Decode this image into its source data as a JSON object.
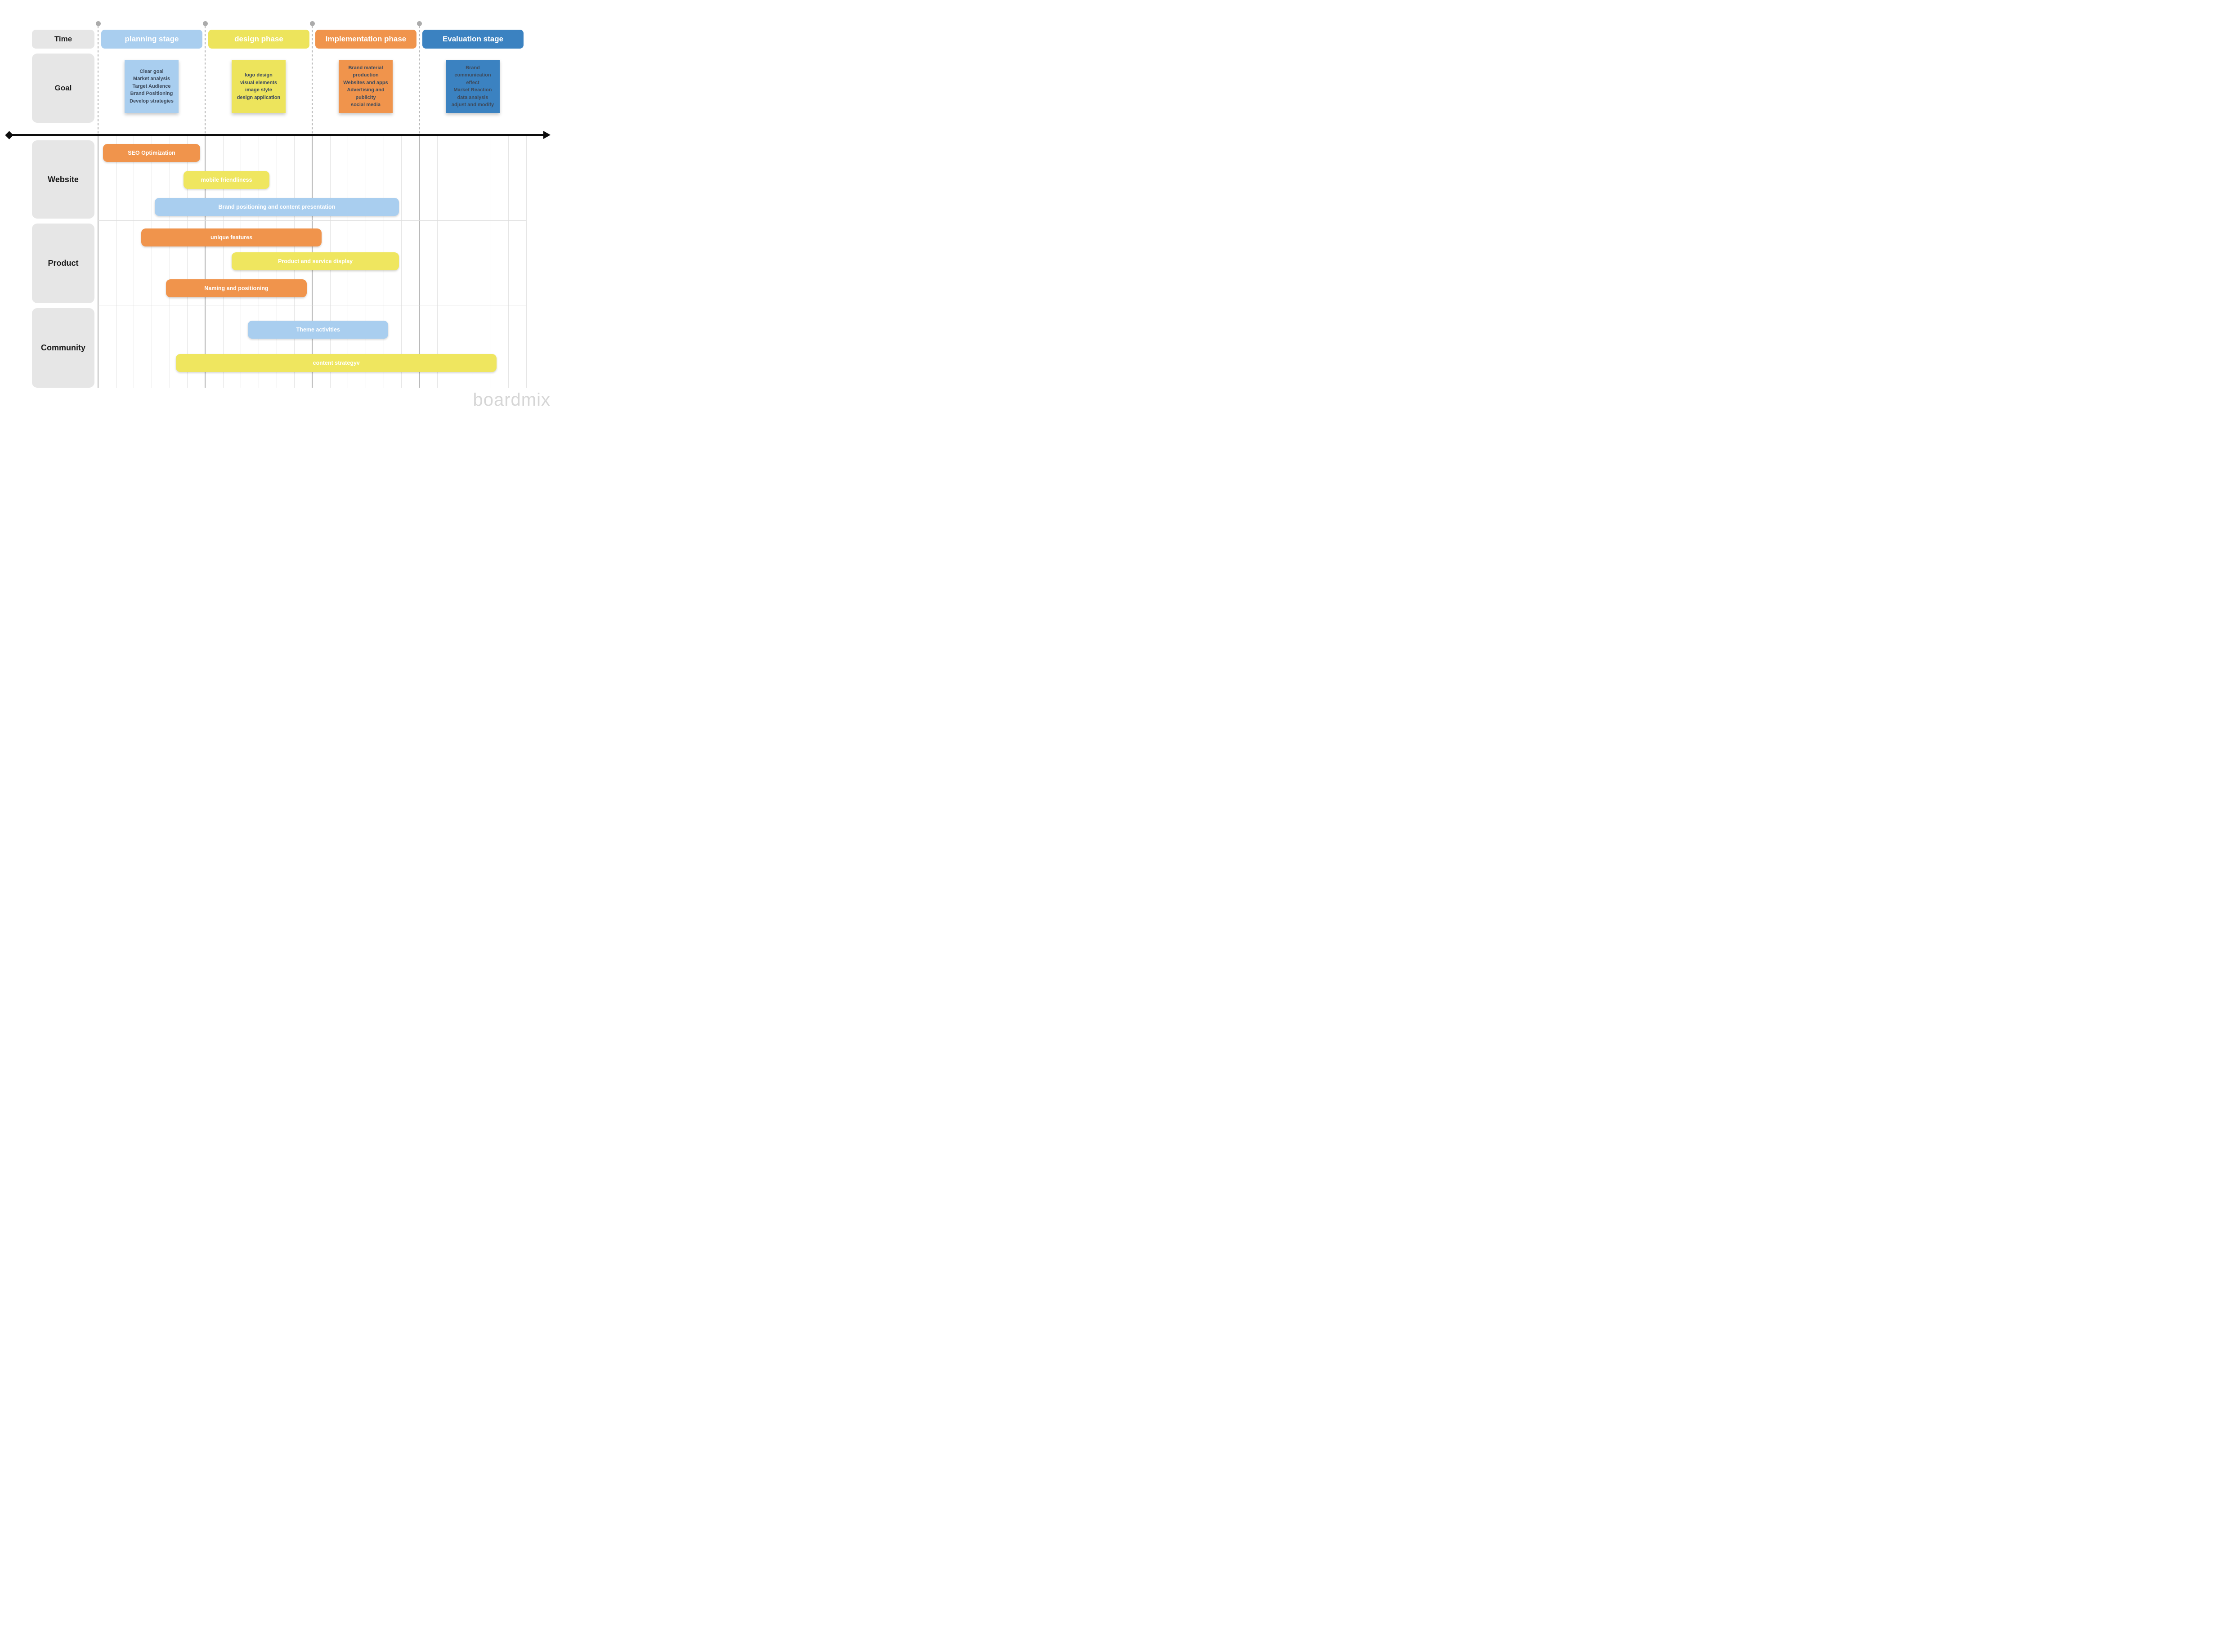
{
  "labels": {
    "time": "Time",
    "goal": "Goal"
  },
  "stages": [
    {
      "label": "planning stage",
      "color": "#A9CEEF",
      "note_lines": [
        "Clear goal",
        "Market analysis",
        "Target Audience",
        "Brand Positioning",
        "Develop strategies"
      ]
    },
    {
      "label": "design phase",
      "color": "#EDE45C",
      "note_lines": [
        "logo design",
        "visual elements",
        "image style",
        "design application"
      ]
    },
    {
      "label": "Implementation phase",
      "color": "#F0944C",
      "note_lines": [
        "Brand material production",
        "Websites and apps",
        "Advertising and publicity",
        "social media"
      ]
    },
    {
      "label": "Evaluation stage",
      "color": "#3B82C1",
      "note_lines": [
        "Brand communication effect",
        "Market Reaction",
        "data analysis",
        "adjust and modify"
      ]
    }
  ],
  "gantt": {
    "grid_columns": 24,
    "stage_boundaries_pct": [
      0,
      25,
      50,
      75,
      100
    ],
    "rows": [
      {
        "label": "Website",
        "bars": [
          {
            "label": "SEO Optimization",
            "color": "#F0944C",
            "start_pct": 1.2,
            "end_pct": 23.8
          },
          {
            "label": "mobile friendliness",
            "color": "#EFE65F",
            "start_pct": 20.0,
            "end_pct": 40.0
          },
          {
            "label": "Brand positioning and content presentation",
            "color": "#A9CEEF",
            "start_pct": 13.2,
            "end_pct": 70.3
          }
        ]
      },
      {
        "label": "Product",
        "bars": [
          {
            "label": "unique features",
            "color": "#F0944C",
            "start_pct": 10.1,
            "end_pct": 52.2
          },
          {
            "label": "Product and service display",
            "color": "#EFE65F",
            "start_pct": 31.2,
            "end_pct": 70.3
          },
          {
            "label": "Naming and positioning",
            "color": "#F0944C",
            "start_pct": 15.9,
            "end_pct": 48.7
          }
        ]
      },
      {
        "label": "Community",
        "bars": [
          {
            "label": "Theme activities",
            "color": "#A9CEEF",
            "start_pct": 35.0,
            "end_pct": 67.8
          },
          {
            "label": "content strategyv",
            "color": "#EFE65F",
            "start_pct": 18.2,
            "end_pct": 93.1
          }
        ]
      }
    ]
  },
  "watermark": "boardmix"
}
